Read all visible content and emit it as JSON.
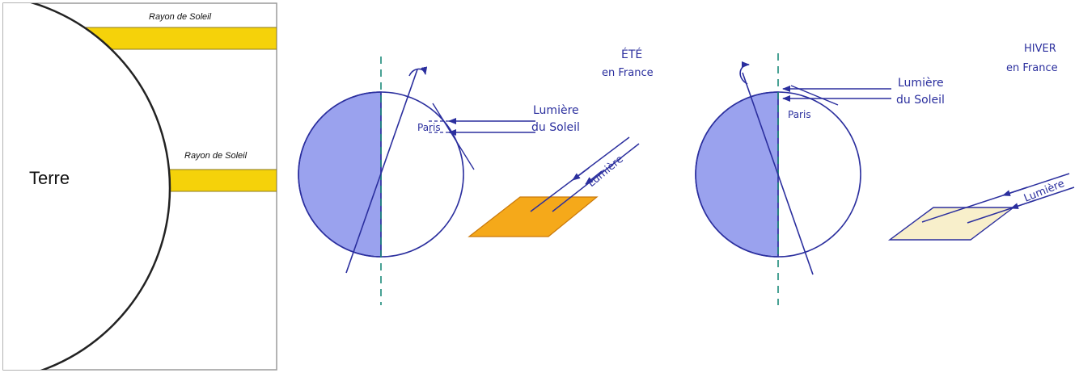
{
  "panel_left": {
    "earth_label": "Terre",
    "ray_label_top": "Rayon de Soleil",
    "ray_label_mid": "Rayon de Soleil",
    "colors": {
      "earth_fill": "#ffffff",
      "ray_fill": "#f5d20a",
      "ray_edge": "#8a7a20",
      "outline": "#222222",
      "frame": "#9a9a9a"
    }
  },
  "panel_summer": {
    "season_title": "ÉTÉ",
    "season_subtitle": "en France",
    "place_label": "Paris",
    "light_label_line1": "Lumière",
    "light_label_line2": "du Soleil",
    "surface_light_label": "Lumière",
    "colors": {
      "night_fill": "#9aa2ee",
      "ink": "#2b2f9e",
      "axis_dash": "#1c8a7a",
      "surface_fill": "#f5a91a"
    }
  },
  "panel_winter": {
    "season_title": "HIVER",
    "season_subtitle": "en France",
    "place_label": "Paris",
    "light_label_line1": "Lumière",
    "light_label_line2": "du Soleil",
    "surface_light_label": "Lumière",
    "colors": {
      "night_fill": "#9aa2ee",
      "ink": "#2b2f9e",
      "axis_dash": "#1c8a7a",
      "surface_fill": "#f8efcb"
    }
  }
}
